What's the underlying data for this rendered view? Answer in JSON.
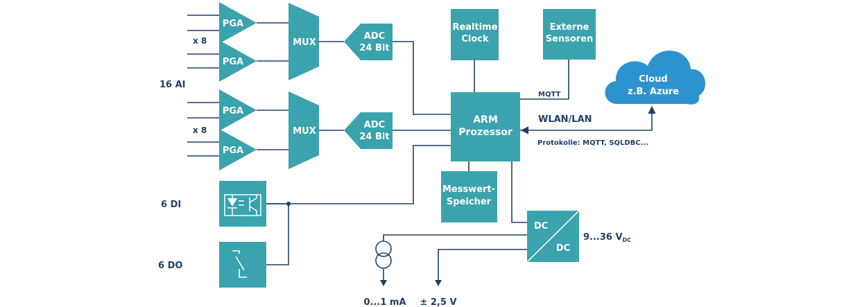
{
  "colors": {
    "block": "#3aa3ad",
    "line": "#1f3f66",
    "cloud": "#2d93cf",
    "text_dark": "#1f3f66",
    "text_light": "#ffffff"
  },
  "inputs": {
    "analog_label": "16 AI",
    "multiplier_top": "x 8",
    "multiplier_bottom": "x 8",
    "digital_in_label": "6 DI",
    "digital_out_label": "6 DO"
  },
  "pga": {
    "label": "PGA"
  },
  "mux": {
    "label": "MUX"
  },
  "adc": {
    "line1": "ADC",
    "line2": "24 Bit"
  },
  "rtc": {
    "line1": "Realtime",
    "line2": "Clock"
  },
  "sensors": {
    "line1": "Externe",
    "line2": "Sensoren"
  },
  "cpu": {
    "line1": "ARM",
    "line2": "Prozessor"
  },
  "memory": {
    "line1": "Messwert-",
    "line2": "Speicher"
  },
  "cloud": {
    "line1": "Cloud",
    "line2": "z.B. Azure"
  },
  "links": {
    "mqtt": "MQTT",
    "network": "WLAN/LAN",
    "protocols": "Protokolle: MQTT, SQLDBC..."
  },
  "dcdc": {
    "in": "DC",
    "out": "DC",
    "supply_main": "9...36 V",
    "supply_sub": "DC"
  },
  "outputs": {
    "current": "0...1 mA",
    "voltage": "± 2,5 V"
  },
  "icons": [
    "optocoupler-icon",
    "relay-switch-icon",
    "current-source-icon",
    "ground-arrow-icon"
  ]
}
